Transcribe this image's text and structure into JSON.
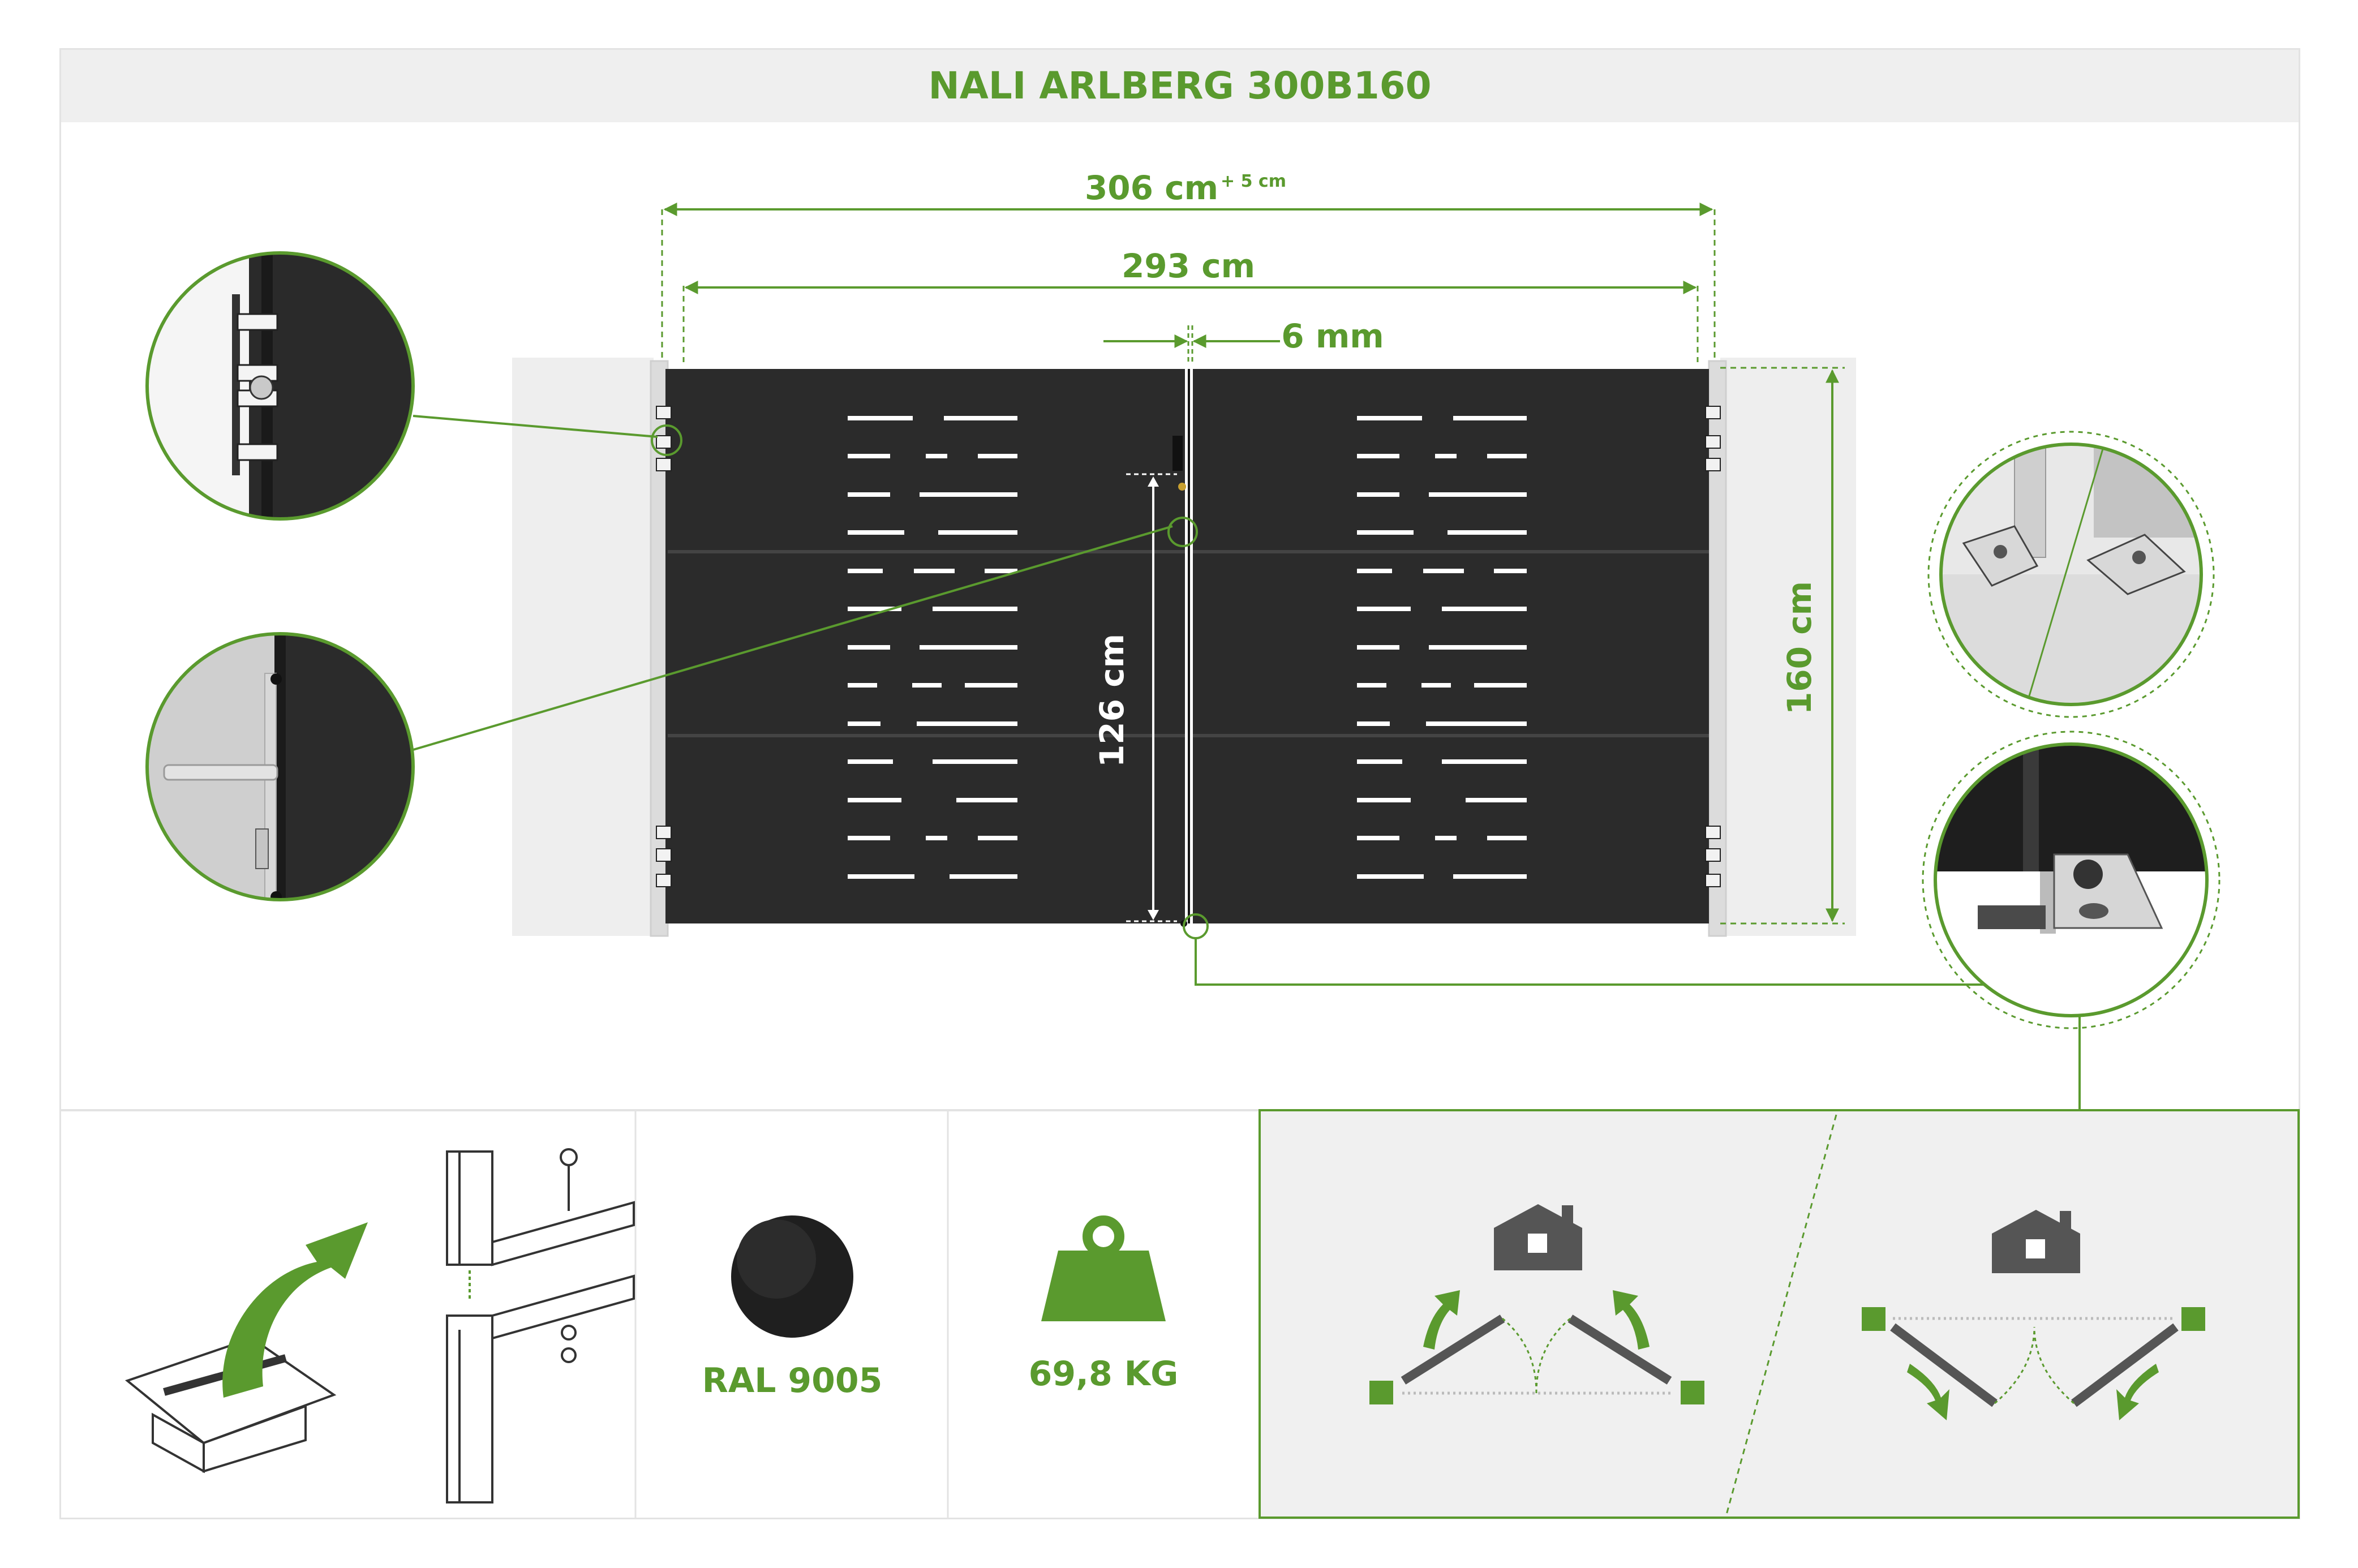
{
  "title": "NALI ARLBERG 300B160",
  "dimensions": {
    "total_width": "306 cm",
    "total_width_tolerance": "+ 5 cm",
    "gate_width": "293 cm",
    "gap": "6 mm",
    "height": "160 cm",
    "handle_height": "126 cm"
  },
  "features": {
    "color_label": "RAL 9005",
    "weight_label": "69,8 KG"
  },
  "colors": {
    "accent": "#5a9a2e",
    "gate": "#2b2b2b",
    "post_bg": "#eeeeee",
    "panel_bg": "#f0f0f0"
  },
  "icons": [
    "box-unpack-icon",
    "assembly-icon",
    "color-swatch-icon",
    "weight-icon",
    "house-icon"
  ]
}
